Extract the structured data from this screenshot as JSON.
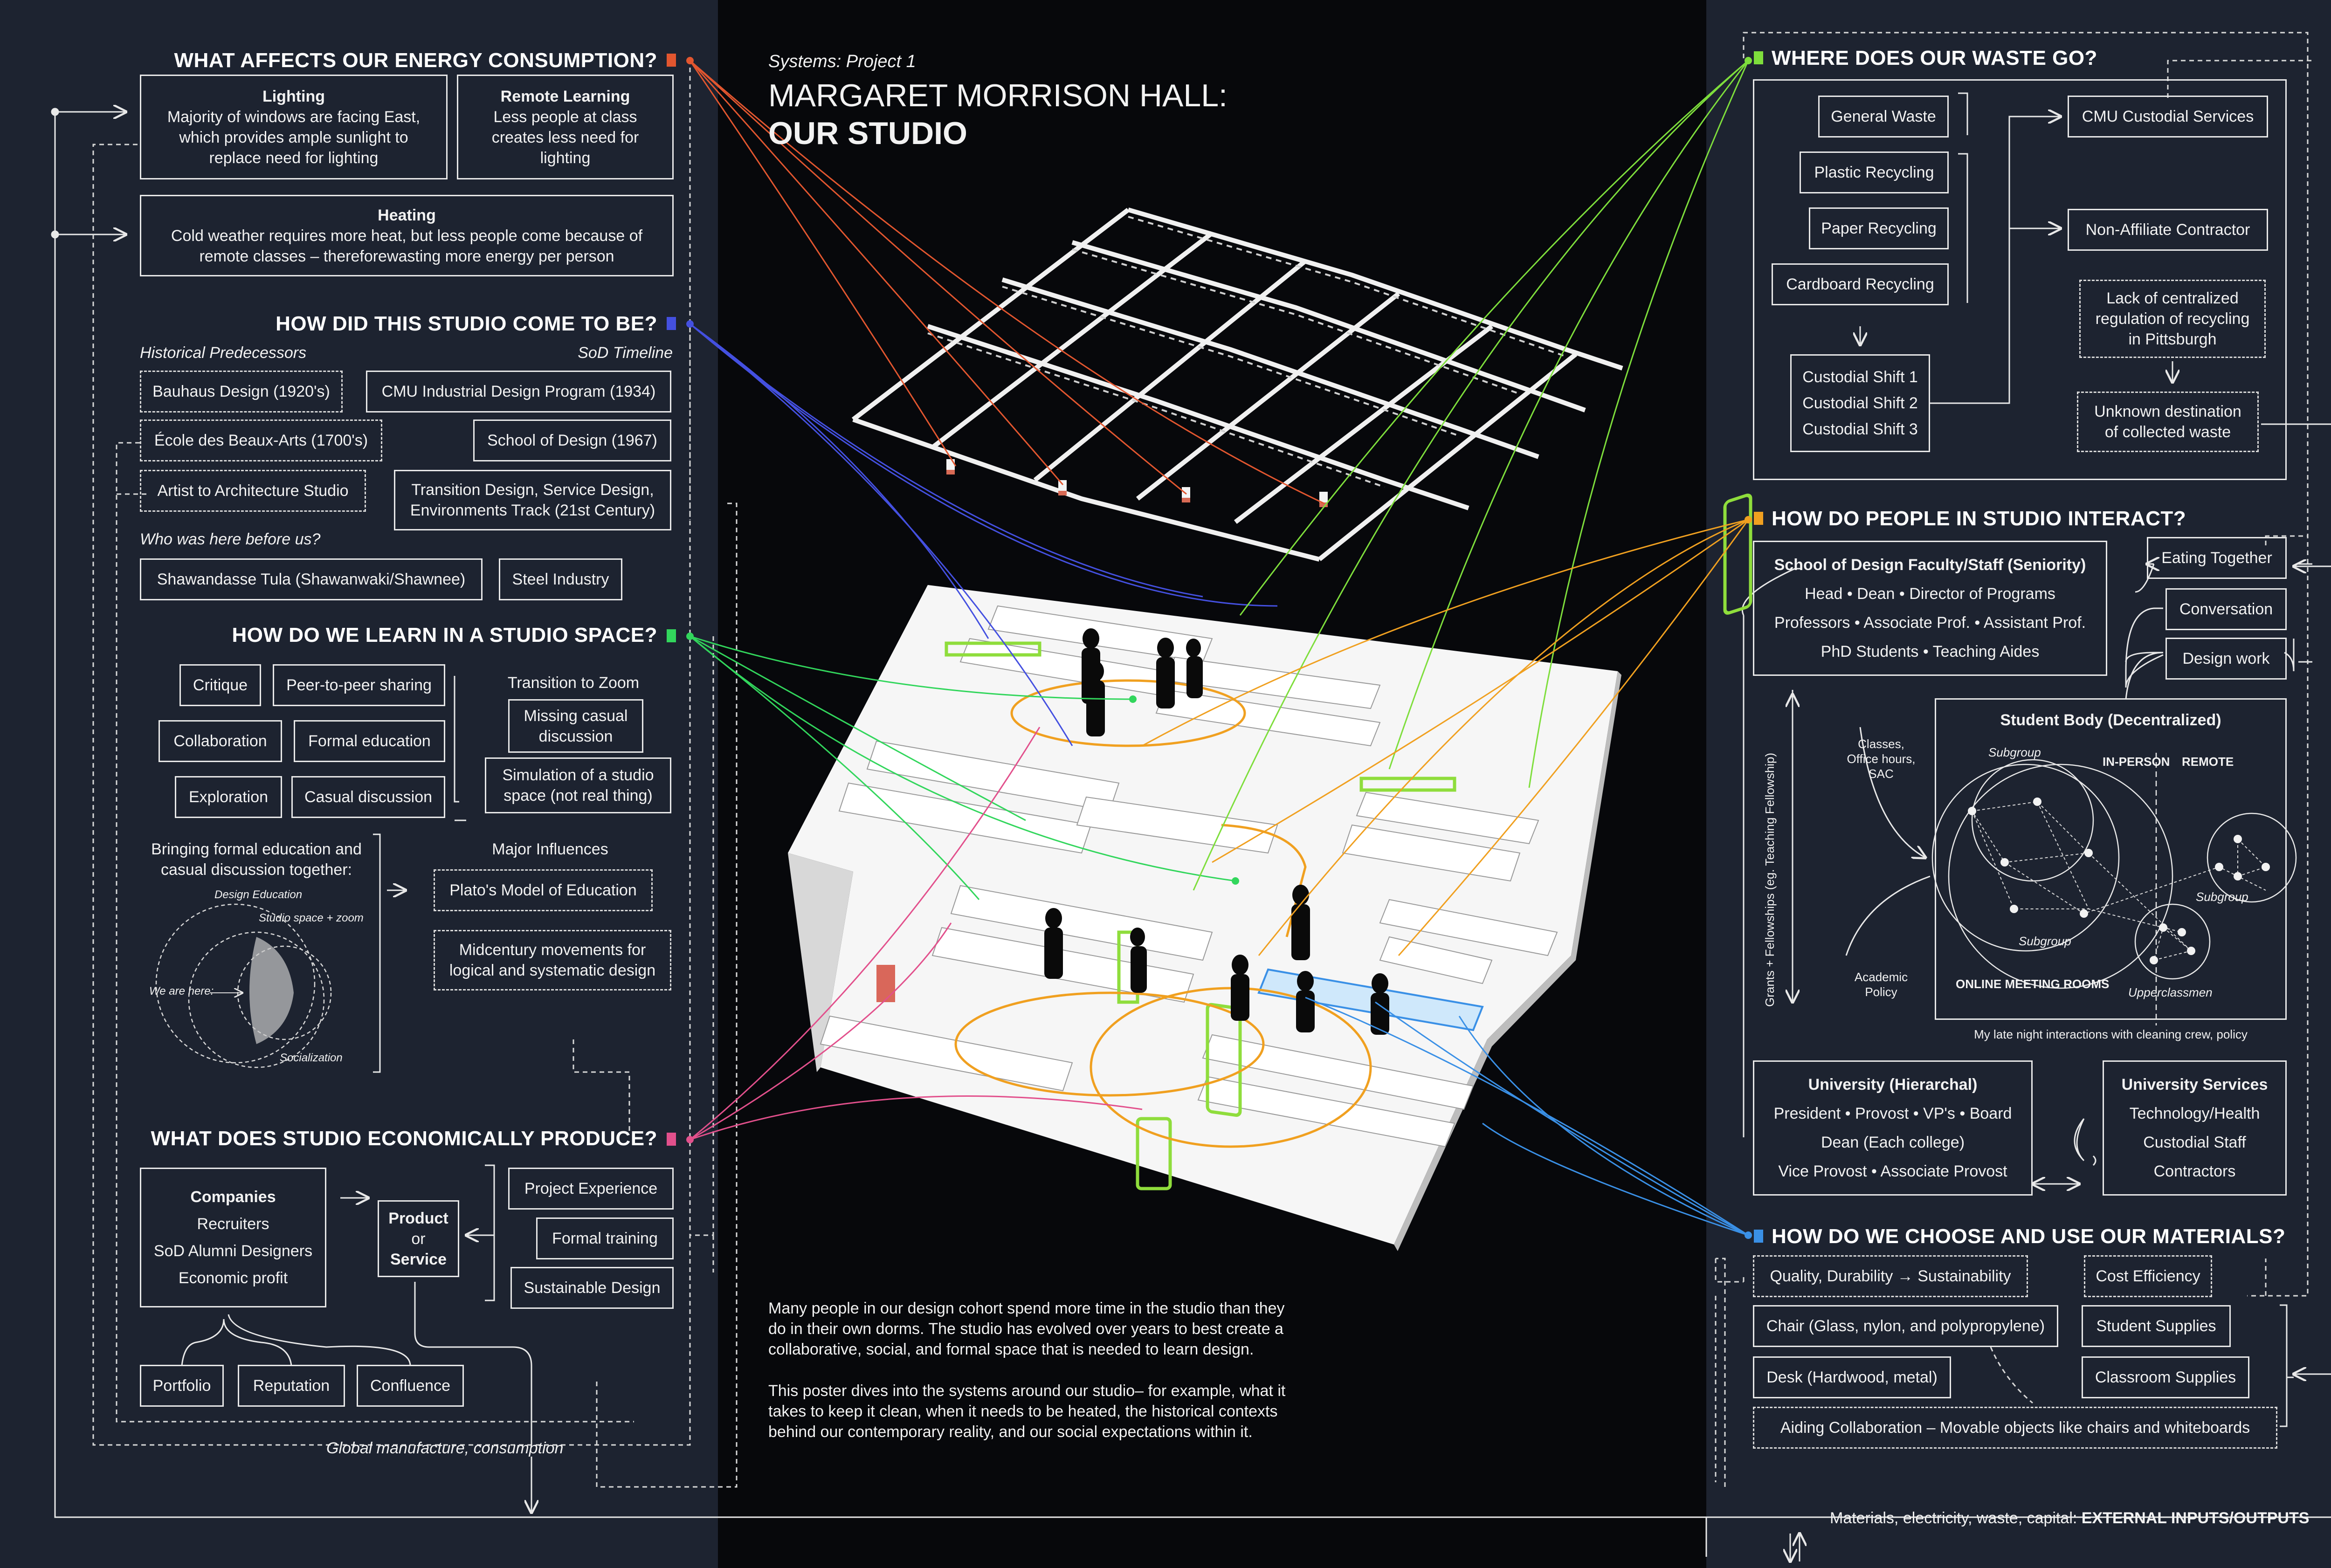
{
  "colors": {
    "energy": "#e2562f",
    "history": "#4450e0",
    "learn": "#32d65c",
    "econ": "#e2508c",
    "waste": "#7ede3c",
    "interact": "#f0a020",
    "materials": "#3a90e6"
  },
  "header": {
    "eyebrow": "Systems: Project 1",
    "title_line1": "MARGARET MORRISON HALL:",
    "title_line2": "OUR STUDIO"
  },
  "energy": {
    "title": "WHAT AFFECTS OUR ENERGY CONSUMPTION?",
    "lighting": {
      "heading": "Lighting",
      "lines": [
        "Majority of windows are facing East,",
        "which provides ample sunlight to",
        "replace need for lighting"
      ]
    },
    "remote": {
      "heading": "Remote Learning",
      "lines": [
        "Less people at class",
        "creates less need for",
        "lighting"
      ]
    },
    "heating": {
      "heading": "Heating",
      "lines": [
        "Cold weather requires more heat, but less people come because of",
        "remote classes – thereforewasting more energy per person"
      ]
    }
  },
  "history": {
    "title": "HOW DID THIS STUDIO COME TO BE?",
    "predecessors_label": "Historical Predecessors",
    "timeline_label": "SoD Timeline",
    "predecessors": [
      "Bauhaus Design (1920's)",
      "École des Beaux-Arts (1700's)",
      "Artist to Architecture Studio"
    ],
    "timeline": [
      "CMU Industrial Design Program (1934)",
      "School of Design (1967)"
    ],
    "transition": [
      "Transition Design, Service Design,",
      "Environments Track (21st Century)"
    ],
    "before_label": "Who was here before us?",
    "before": [
      "Shawandasse Tula (Shawanwaki/Shawnee)",
      "Steel Industry"
    ]
  },
  "learn": {
    "title": "HOW DO WE LEARN IN A STUDIO SPACE?",
    "modes": [
      "Critique",
      "Peer-to-peer sharing",
      "Collaboration",
      "Formal education",
      "Exploration",
      "Casual discussion"
    ],
    "zoom_label": "Transition to Zoom",
    "zoom_items": [
      [
        "Missing casual",
        "discussion"
      ],
      [
        "Simulation of a studio",
        "space (not real thing)"
      ]
    ],
    "bringing": [
      "Bringing formal education and",
      "casual discussion together:"
    ],
    "influences_label": "Major Influences",
    "influences": [
      "Plato's Model of Education",
      [
        "Midcentury movements for",
        "logical and systematic design"
      ]
    ],
    "venn": {
      "design": "Design Education",
      "studio": "Studio space + zoom",
      "here": "We are here:",
      "social": "Socialization"
    }
  },
  "econ": {
    "title": "WHAT DOES STUDIO ECONOMICALLY PRODUCE?",
    "companies": {
      "heading": "Companies",
      "lines": [
        "Recruiters",
        "SoD Alumni Designers",
        "Economic profit"
      ]
    },
    "product": [
      "Product",
      "or",
      "Service"
    ],
    "outputs": [
      "Project Experience",
      "Formal training",
      "Sustainable Design"
    ],
    "intangibles": [
      "Portfolio",
      "Reputation",
      "Confluence"
    ],
    "global": "Global manufacture, consumption"
  },
  "description": {
    "p1": [
      "Many people in our design cohort spend more time in the studio than they",
      "do in their own dorms. The studio has evolved over years to best create a",
      "collaborative, social, and formal space that is needed to learn design."
    ],
    "p2": [
      "This poster dives into the systems around our studio– for example, what it",
      "takes to keep it clean, when it needs to be heated, the historical contexts",
      "behind our contemporary reality, and our social expectations within it."
    ]
  },
  "waste": {
    "title": "WHERE DOES OUR WASTE GO?",
    "streams": [
      "General Waste",
      "Plastic Recycling",
      "Paper Recycling",
      "Cardboard Recycling"
    ],
    "shifts": [
      "Custodial Shift 1",
      "Custodial Shift 2",
      "Custodial Shift 3"
    ],
    "handlers": [
      "CMU Custodial Services",
      "Non-Affiliate Contractor"
    ],
    "regulation": [
      "Lack of centralized",
      "regulation of recycling",
      "in Pittsburgh"
    ],
    "unknown": [
      "Unknown destination",
      "of collected waste"
    ]
  },
  "interact": {
    "title": "HOW DO PEOPLE IN STUDIO INTERACT?",
    "faculty": {
      "heading": "School of Design Faculty/Staff (Seniority)",
      "lines": [
        "Head • Dean • Director of Programs",
        "Professors • Associate Prof. • Assistant Prof.",
        "PhD Students • Teaching Aides"
      ]
    },
    "activities": [
      "Eating Together",
      "Conversation",
      "Design work"
    ],
    "classes": [
      "Classes,",
      "Office hours,",
      "SAC"
    ],
    "grants": "Grants + Fellowships (eg. Teaching Fellowship)",
    "academic": [
      "Academic",
      "Policy"
    ],
    "students": {
      "heading": "Student Body (Decentralized)",
      "subgroup": "Subgroup",
      "in_person": "IN-PERSON",
      "remote": "REMOTE",
      "online": "ONLINE MEETING ROOMS",
      "upper": "Upperclassmen"
    },
    "late_night": "My late night interactions with cleaning crew, policy",
    "university": {
      "heading": "University (Hierarchal)",
      "lines": [
        "President • Provost • VP's • Board",
        "Dean (Each college)",
        "Vice Provost • Associate Provost"
      ]
    },
    "services": {
      "heading": "University Services",
      "lines": [
        "Technology/Health",
        "Custodial Staff",
        "Contractors"
      ]
    }
  },
  "materials": {
    "title": "HOW DO WE CHOOSE AND USE OUR MATERIALS?",
    "quality": "Quality, Durability → Sustainability",
    "cost": "Cost Efficiency",
    "chair": "Chair (Glass, nylon, and polypropylene)",
    "supplies": "Student Supplies",
    "desk": "Desk (Hardwood, metal)",
    "classroom": "Classroom Supplies",
    "aiding": "Aiding Collaboration – Movable objects like chairs and whiteboards"
  },
  "footer": {
    "prefix": "Materials, electricity, waste, capital: ",
    "bold": "EXTERNAL INPUTS/OUTPUTS"
  }
}
